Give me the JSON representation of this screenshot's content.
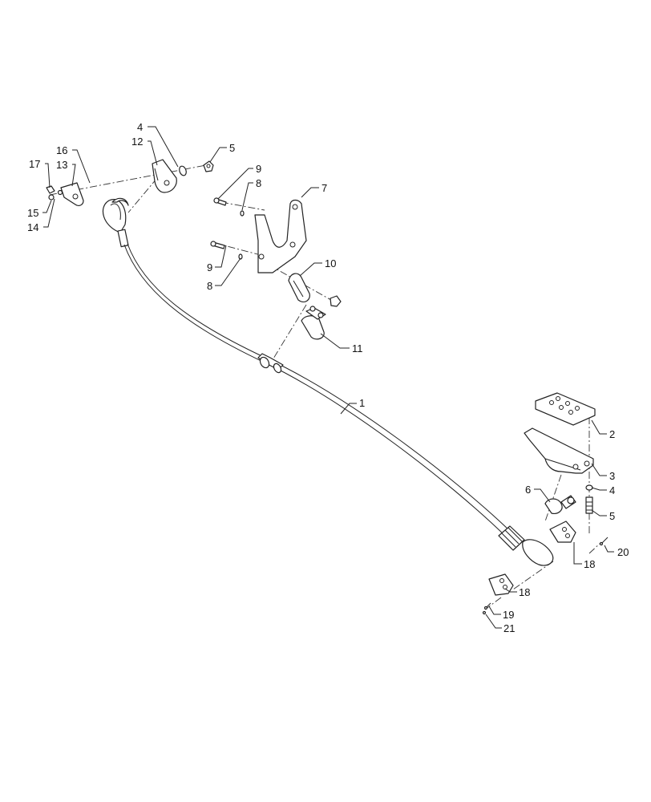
{
  "callouts": [
    {
      "id": "c1",
      "text": "1"
    },
    {
      "id": "c2",
      "text": "2"
    },
    {
      "id": "c3",
      "text": "3"
    },
    {
      "id": "c4a",
      "text": "4"
    },
    {
      "id": "c4b",
      "text": "4"
    },
    {
      "id": "c5a",
      "text": "5"
    },
    {
      "id": "c5b",
      "text": "5"
    },
    {
      "id": "c6",
      "text": "6"
    },
    {
      "id": "c7",
      "text": "7"
    },
    {
      "id": "c8a",
      "text": "8"
    },
    {
      "id": "c8b",
      "text": "8"
    },
    {
      "id": "c9a",
      "text": "9"
    },
    {
      "id": "c9b",
      "text": "9"
    },
    {
      "id": "c10",
      "text": "10"
    },
    {
      "id": "c11",
      "text": "11"
    },
    {
      "id": "c12",
      "text": "12"
    },
    {
      "id": "c13",
      "text": "13"
    },
    {
      "id": "c14",
      "text": "14"
    },
    {
      "id": "c15",
      "text": "15"
    },
    {
      "id": "c16",
      "text": "16"
    },
    {
      "id": "c17",
      "text": "17"
    },
    {
      "id": "c18a",
      "text": "18"
    },
    {
      "id": "c18b",
      "text": "18"
    },
    {
      "id": "c19",
      "text": "19"
    },
    {
      "id": "c20",
      "text": "20"
    },
    {
      "id": "c21",
      "text": "21"
    }
  ]
}
